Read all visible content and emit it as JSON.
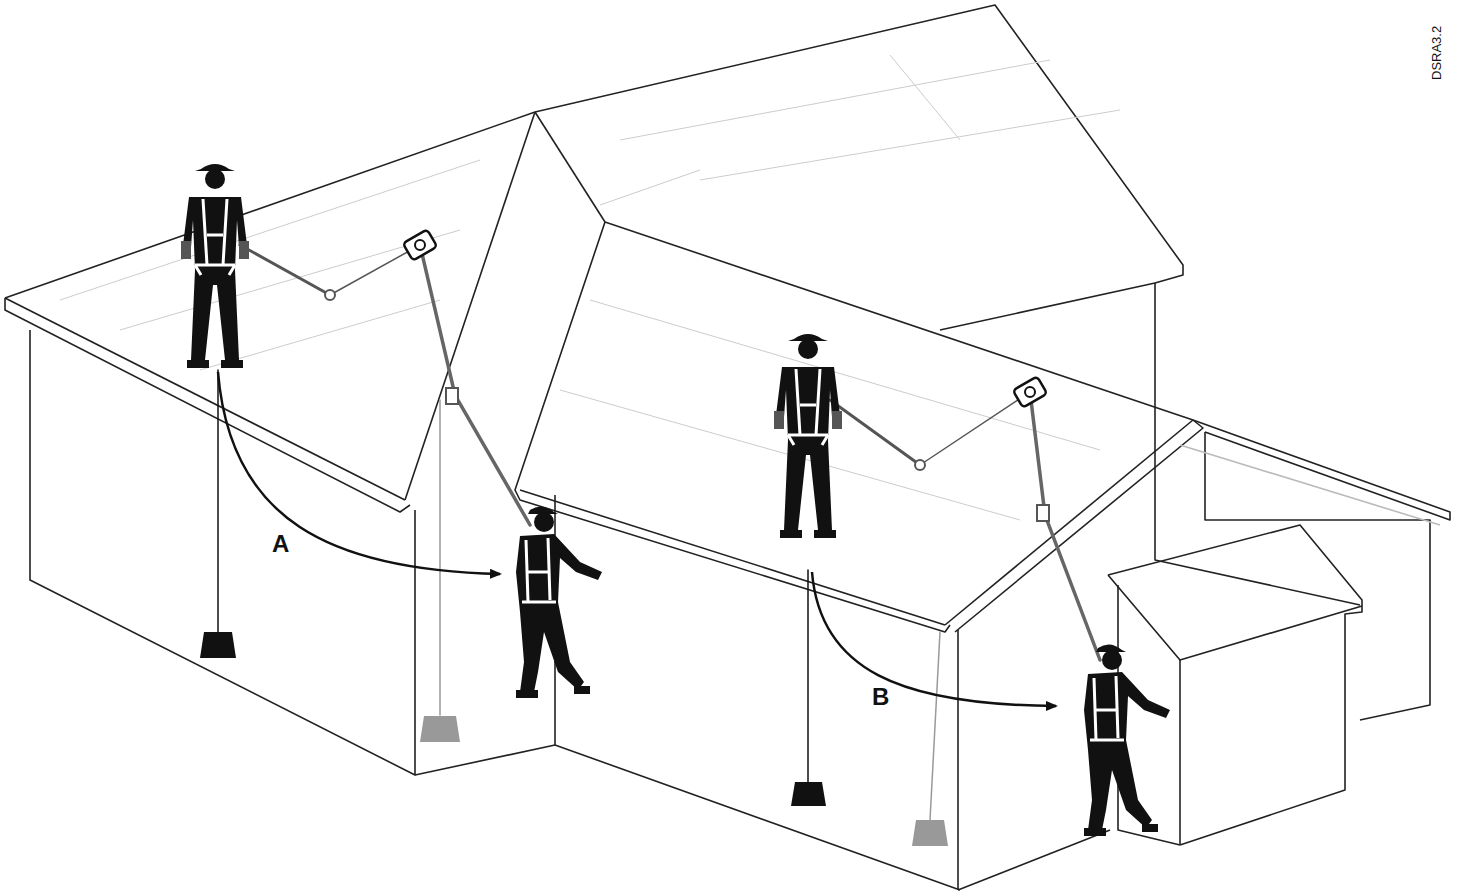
{
  "diagram": {
    "labels": [
      "A",
      "B",
      "DSRA3.2"
    ]
  }
}
